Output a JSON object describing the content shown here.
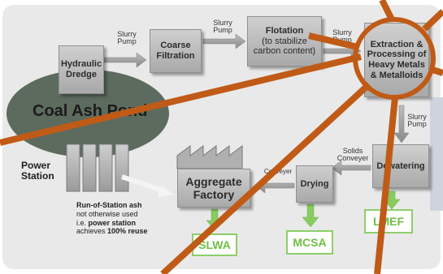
{
  "boxes": {
    "hydraulic_dredge": "Hydraulic Dredge",
    "coarse_filtration": "Coarse Filtration",
    "flotation_title": "Flotation",
    "flotation_sub": "(to stabilize carbon content)",
    "extraction": "Extraction & Processing of Heavy Metals & Metalloids",
    "dewatering": "Dewatering",
    "drying": "Drying",
    "aggregate_factory": "Aggregate Factory"
  },
  "labels": {
    "slurry_pump_1": "Slurry Pump",
    "slurry_pump_2": "Slurry Pump",
    "slurry_pump_3": "Slurry Pump",
    "slurry_pump_4": "Slurry Pump",
    "solids_conveyer": "Solids Conveyer",
    "conveyer_partial": "Conveyer"
  },
  "areas": {
    "coal_ash_pond": "Coal Ash Pond",
    "power_station": "Power Station"
  },
  "note": {
    "title": "Run-of-Station ash",
    "line1": "not otherwise used",
    "line2_prefix": "i.e. ",
    "line2_bold": "power station",
    "line3_prefix": "achieves ",
    "line3_bold": "100% reuse"
  },
  "products": {
    "slwa": "SLWA",
    "mcsa": "MCSA",
    "lmef": "LMEF"
  },
  "colors": {
    "ray": "#c05a17",
    "product_green": "#6fbf45",
    "pond": "#5d6b5f",
    "box_gray": "#b9b9b9"
  }
}
